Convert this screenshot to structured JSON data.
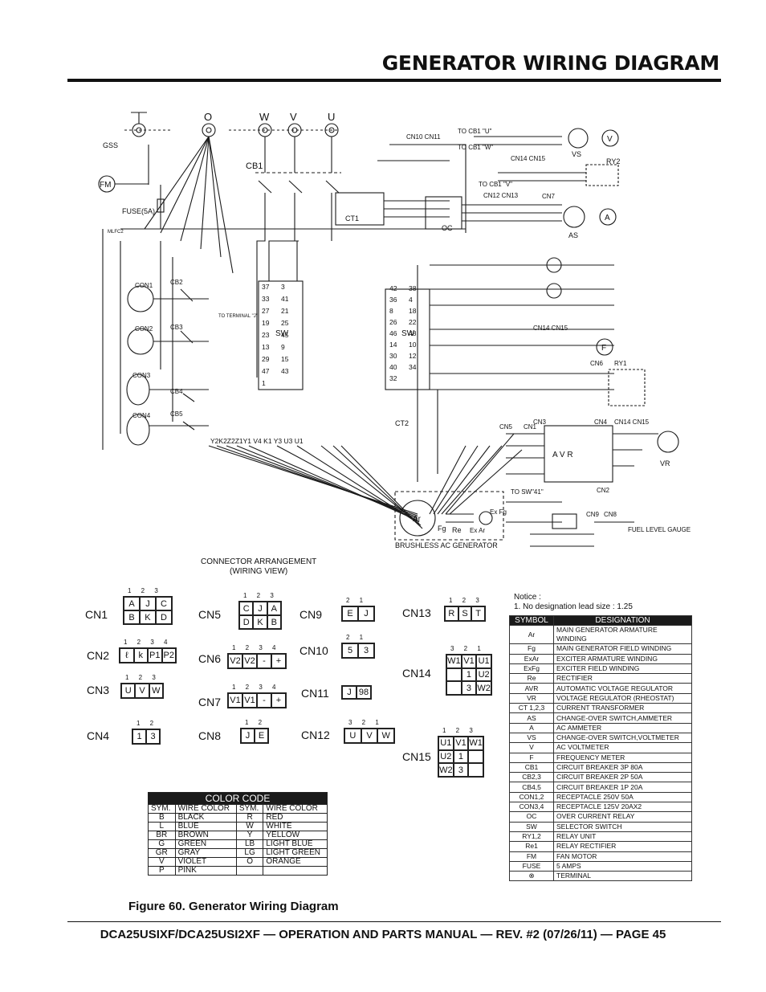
{
  "page": {
    "title": "GENERATOR WIRING DIAGRAM",
    "caption": "Figure 60. Generator Wiring Diagram",
    "footer": "DCA25USIXF/DCA25USI2XF — OPERATION AND PARTS MANUAL — REV. #2 (07/26/11) — PAGE 45"
  },
  "schematic": {
    "terminals_top": [
      "O",
      "W",
      "V",
      "U"
    ],
    "labels": {
      "gss": "GSS",
      "fm": "FM",
      "fuse": "FUSE(5A)",
      "cb1": "CB1",
      "cb2": "CB2",
      "cb3": "CB3",
      "cb4": "CB4",
      "cb5": "CB5",
      "con1": "CON1",
      "con2": "CON2",
      "con3": "CON3",
      "con4": "CON4",
      "ct1": "CT1",
      "ct2": "CT2",
      "sw": "SW",
      "sw2": "SW",
      "ar": "Ar",
      "fg": "Fg",
      "re": "Re",
      "exar": "Ex Ar",
      "exfg": "Ex Fg",
      "brushless": "BRUSHLESS AC GENERATOR",
      "avr": "A V R",
      "vs": "VS",
      "as": "AS",
      "ry1": "RY1",
      "ry2": "RY2",
      "vr": "VR",
      "oc": "OC",
      "fuel": "FUEL LEVEL GAUGE",
      "cn2": "CN2",
      "cn3": "CN3",
      "cn4": "CN4",
      "cn5": "CN5",
      "cn6": "CN6",
      "cn7": "CN7",
      "cn8": "CN8",
      "cn9": "CN9",
      "cn10": "CN10 CN11",
      "cn12": "CN12 CN13",
      "cn14": "CN14 CN15",
      "cn14b": "CN14 CN15",
      "cn14c": "CN14 CN15",
      "cn1": "CN1",
      "to_cb1_u": "TO CB1 \"U\"",
      "to_cb1_w": "TO CB1 \"W\"",
      "to_cb1_v": "TO CB1 \"V\"",
      "to_sw41": "TO SW\"41\"",
      "to_terminal": "TO TERMINAL \"J\"",
      "v_meter": "V",
      "a_meter": "A",
      "f_meter": "F",
      "mlfc": "MLFC2",
      "bottom_wires": "Y2K2Z2Z1Y1  V4  K1  Y3 U3 U1"
    },
    "sw_left_terminals": [
      "37",
      "3",
      "33",
      "41",
      "27",
      "21",
      "19",
      "25",
      "23",
      "45",
      "13",
      "9",
      "29",
      "15",
      "47",
      "43",
      "1"
    ],
    "sw_right_terminals": [
      "42",
      "38",
      "36",
      "4",
      "8",
      "18",
      "26",
      "22",
      "46",
      "48",
      "14",
      "10",
      "30",
      "12",
      "40",
      "34",
      "32"
    ]
  },
  "connector_arrangement": {
    "title_line1": "CONNECTOR ARRANGEMENT",
    "title_line2": "(WIRING VIEW)",
    "connectors": [
      {
        "name": "CN1",
        "pins": "1 2 3",
        "cells": [
          "A",
          "J",
          "C",
          "B",
          "K",
          "D"
        ]
      },
      {
        "name": "CN2",
        "pins": "1 2 3 4",
        "cells": [
          "ℓ",
          "k",
          "P1",
          "P2"
        ]
      },
      {
        "name": "CN3",
        "pins": "1 2 3",
        "cells": [
          "U",
          "V",
          "W"
        ]
      },
      {
        "name": "CN4",
        "pins": "1 2",
        "cells": [
          "1",
          "3"
        ]
      },
      {
        "name": "CN5",
        "pins": "1 2 3",
        "cells": [
          "C",
          "J",
          "A",
          "D",
          "K",
          "B"
        ]
      },
      {
        "name": "CN6",
        "pins": "1 2 3 4",
        "cells": [
          "V2",
          "V2",
          "-",
          "+"
        ]
      },
      {
        "name": "CN7",
        "pins": "1 2 3 4",
        "cells": [
          "V1",
          "V1",
          "-",
          "+"
        ]
      },
      {
        "name": "CN8",
        "pins": "1 2",
        "cells": [
          "J",
          "E"
        ]
      },
      {
        "name": "CN9",
        "pins": "2 1",
        "cells": [
          "E",
          "J"
        ]
      },
      {
        "name": "CN10",
        "pins": "2 1",
        "cells": [
          "5",
          "3"
        ]
      },
      {
        "name": "CN11",
        "pins": "",
        "cells": [
          "J",
          "98"
        ]
      },
      {
        "name": "CN12",
        "pins": "3 2 1",
        "cells": [
          "U",
          "V",
          "W"
        ]
      },
      {
        "name": "CN13",
        "pins": "1 2 3",
        "cells": [
          "R",
          "S",
          "T"
        ]
      },
      {
        "name": "CN14",
        "pins": "3 2 1",
        "cells": [
          "W1",
          "V1",
          "U1",
          "",
          "1",
          "U2",
          "",
          "3",
          "W2"
        ]
      },
      {
        "name": "CN15",
        "pins": "1 2 3",
        "cells": [
          "U1",
          "V1",
          "W1",
          "U2",
          "1",
          "",
          "W2",
          "3",
          ""
        ]
      }
    ]
  },
  "color_code": {
    "title": "COLOR CODE",
    "headers": [
      "SYM.",
      "WIRE COLOR",
      "SYM.",
      "WIRE COLOR"
    ],
    "rows": [
      [
        "B",
        "BLACK",
        "R",
        "RED"
      ],
      [
        "L",
        "BLUE",
        "W",
        "WHITE"
      ],
      [
        "BR",
        "BROWN",
        "Y",
        "YELLOW"
      ],
      [
        "G",
        "GREEN",
        "LB",
        "LIGHT BLUE"
      ],
      [
        "GR",
        "GRAY",
        "LG",
        "LIGHT GREEN"
      ],
      [
        "V",
        "VIOLET",
        "O",
        "ORANGE"
      ],
      [
        "P",
        "PINK",
        "",
        ""
      ]
    ]
  },
  "notice": {
    "title": "Notice :",
    "text": "1. No designation lead size : 1.25"
  },
  "symbol_table": {
    "headers": [
      "SYMBOL",
      "DESIGNATION"
    ],
    "rows": [
      [
        "Ar",
        "MAIN GENERATOR ARMATURE WINDING"
      ],
      [
        "Fg",
        "MAIN GENERATOR FIELD WINDING"
      ],
      [
        "ExAr",
        "EXCITER ARMATURE WINDING"
      ],
      [
        "ExFg",
        "EXCITER FIELD WINDING"
      ],
      [
        "Re",
        "RECTIFIER"
      ],
      [
        "AVR",
        "AUTOMATIC VOLTAGE REGULATOR"
      ],
      [
        "VR",
        "VOLTAGE REGULATOR (RHEOSTAT)"
      ],
      [
        "CT 1,2,3",
        "CURRENT TRANSFORMER"
      ],
      [
        "AS",
        "CHANGE-OVER SWITCH,AMMETER"
      ],
      [
        "A",
        "AC AMMETER"
      ],
      [
        "VS",
        "CHANGE-OVER SWITCH,VOLTMETER"
      ],
      [
        "V",
        "AC VOLTMETER"
      ],
      [
        "F",
        "FREQUENCY METER"
      ],
      [
        "CB1",
        "CIRCUIT BREAKER 3P 80A"
      ],
      [
        "CB2,3",
        "CIRCUIT BREAKER 2P 50A"
      ],
      [
        "CB4,5",
        "CIRCUIT BREAKER 1P 20A"
      ],
      [
        "CON1,2",
        "RECEPTACLE 250V 50A"
      ],
      [
        "CON3,4",
        "RECEPTACLE 125V 20AX2"
      ],
      [
        "OC",
        "OVER CURRENT RELAY"
      ],
      [
        "SW",
        "SELECTOR SWITCH"
      ],
      [
        "RY1,2",
        "RELAY UNIT"
      ],
      [
        "Re1",
        "RELAY RECTIFIER"
      ],
      [
        "FM",
        "FAN MOTOR"
      ],
      [
        "FUSE",
        "5 AMPS"
      ],
      [
        "⊗",
        "TERMINAL"
      ]
    ]
  }
}
